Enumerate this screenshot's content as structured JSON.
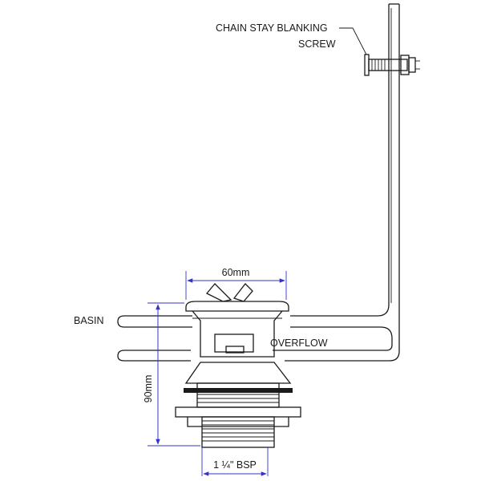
{
  "labels": {
    "chain_stay_line1": "CHAIN STAY BLANKING",
    "chain_stay_line2": "SCREW",
    "basin": "BASIN",
    "overflow": "OVERFLOW"
  },
  "dimensions": {
    "flange_width": "60mm",
    "height": "90mm",
    "thread": "1 ¼\" BSP"
  },
  "colors": {
    "line": "#1a1a1a",
    "dimension": "#3333cc"
  }
}
